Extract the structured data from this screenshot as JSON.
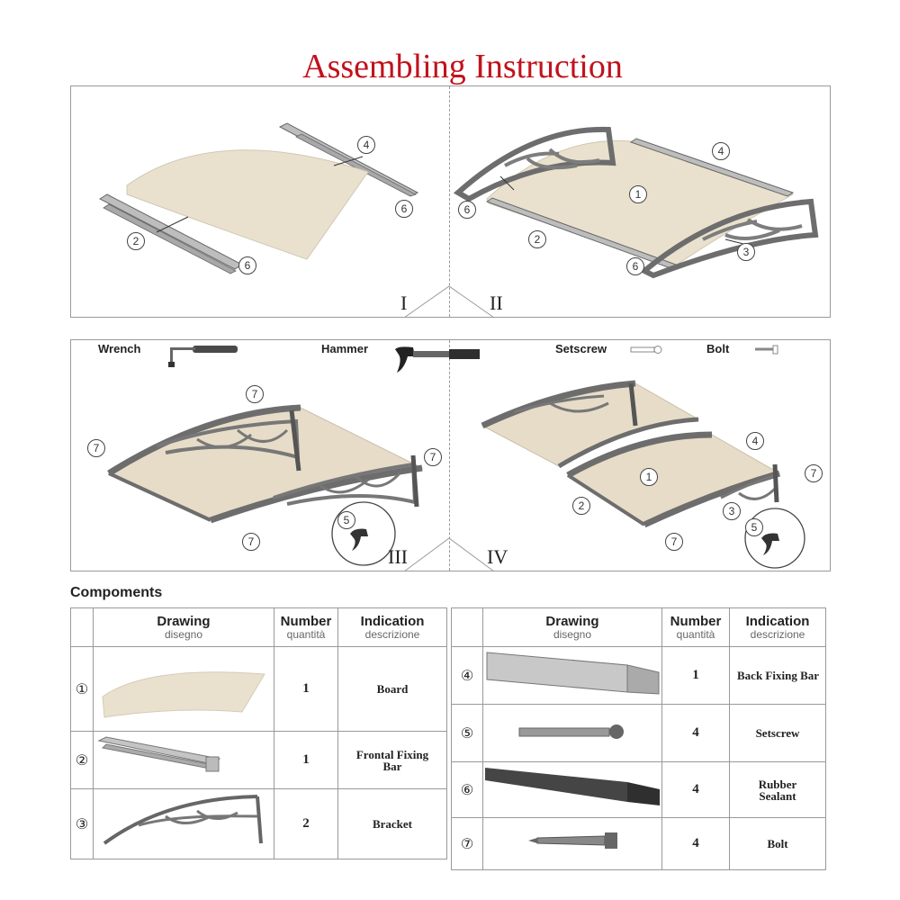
{
  "title": "Assembling Instruction",
  "steps": {
    "s1": "I",
    "s2": "II",
    "s3": "III",
    "s4": "IV"
  },
  "tools": {
    "wrench": "Wrench",
    "hammer": "Hammer",
    "setscrew": "Setscrew",
    "bolt": "Bolt"
  },
  "callouts": {
    "n1": "1",
    "n2": "2",
    "n3": "3",
    "n4": "4",
    "n5": "5",
    "n6": "6",
    "n7": "7"
  },
  "components_title": "Compoments",
  "table_headers": {
    "drawing": "Drawing",
    "drawing_it": "disegno",
    "number": "Number",
    "number_it": "quantità",
    "indication": "Indication",
    "indication_it": "descrizione"
  },
  "components_left": [
    {
      "index": "①",
      "count": "1",
      "indication": "Board"
    },
    {
      "index": "②",
      "count": "1",
      "indication": "Frontal Fixing Bar"
    },
    {
      "index": "③",
      "count": "2",
      "indication": "Bracket"
    }
  ],
  "components_right": [
    {
      "index": "④",
      "count": "1",
      "indication": "Back Fixing Bar"
    },
    {
      "index": "⑤",
      "count": "4",
      "indication": "Setscrew"
    },
    {
      "index": "⑥",
      "count": "4",
      "indication": "Rubber Sealant"
    },
    {
      "index": "⑦",
      "count": "4",
      "indication": "Bolt"
    }
  ],
  "colors": {
    "title": "#c1121c",
    "board": "#e8e0cc",
    "metal": "#7d7d7d"
  }
}
